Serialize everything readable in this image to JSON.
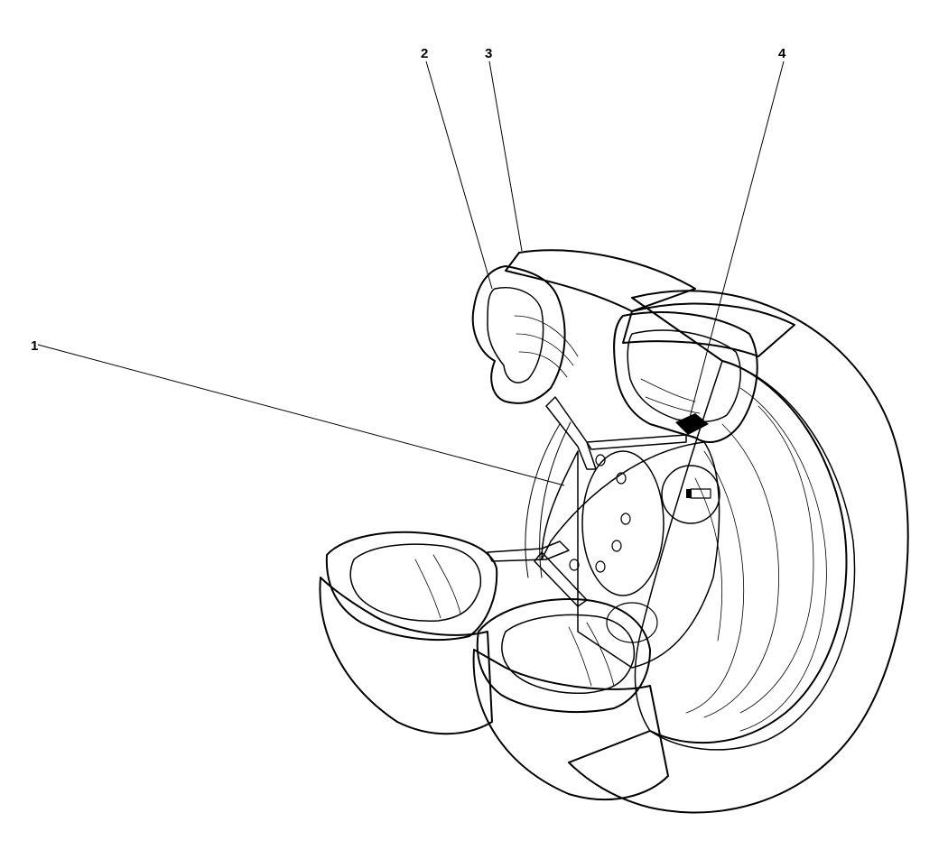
{
  "callouts": [
    {
      "id": "1",
      "label": "1"
    },
    {
      "id": "2",
      "label": "2"
    },
    {
      "id": "3",
      "label": "3"
    },
    {
      "id": "4",
      "label": "4"
    }
  ],
  "colors": {
    "ink": "#000000",
    "paper": "#ffffff",
    "rubber_stipple": "#000000"
  }
}
